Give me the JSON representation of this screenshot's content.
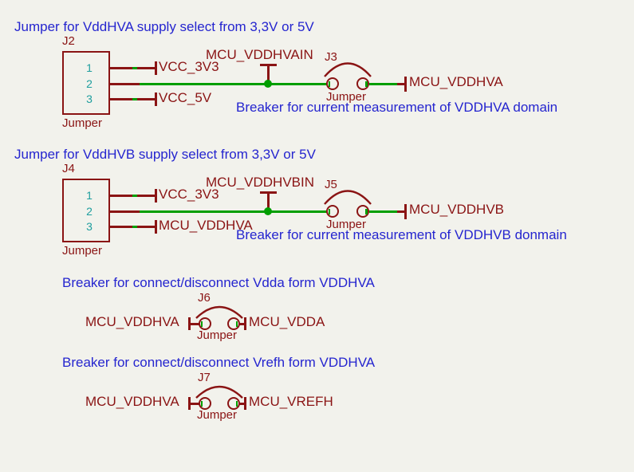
{
  "colors": {
    "background": "#f2f2ec",
    "component_red": "#8a1414",
    "wire_green": "#009e00",
    "note_blue": "#2525cf",
    "pin_number_teal": "#1e9e9e"
  },
  "sections": {
    "vddhva": {
      "title": "Jumper for VddHVA supply select from 3,3V or 5V",
      "connector": {
        "ref": "J2",
        "value": "Jumper",
        "pins": [
          "1",
          "2",
          "3"
        ]
      },
      "pin1_label": "VCC_3V3",
      "pin3_label": "VCC_5V",
      "net_in": "MCU_VDDHVAIN",
      "breaker": {
        "ref": "J3",
        "value": "Jumper"
      },
      "net_out": "MCU_VDDHVA",
      "note": "Breaker for current measurement of VDDHVA domain"
    },
    "vddhvb": {
      "title": "Jumper for VddHVB supply select from 3,3V or 5V",
      "connector": {
        "ref": "J4",
        "value": "Jumper",
        "pins": [
          "1",
          "2",
          "3"
        ]
      },
      "pin1_label": "VCC_3V3",
      "pin3_label": "MCU_VDDHVA",
      "net_in": "MCU_VDDHVBIN",
      "breaker": {
        "ref": "J5",
        "value": "Jumper"
      },
      "net_out": "MCU_VDDHVB",
      "note": "Breaker for current measurement of VDDHVB donmain"
    },
    "vdda": {
      "title": "Breaker for connect/disconnect Vdda form VDDHVA",
      "breaker": {
        "ref": "J6",
        "value": "Jumper"
      },
      "net_left": "MCU_VDDHVA",
      "net_right": "MCU_VDDA"
    },
    "vrefh": {
      "title": "Breaker for connect/disconnect Vrefh form VDDHVA",
      "breaker": {
        "ref": "J7",
        "value": "Jumper"
      },
      "net_left": "MCU_VDDHVA",
      "net_right": "MCU_VREFH"
    }
  }
}
